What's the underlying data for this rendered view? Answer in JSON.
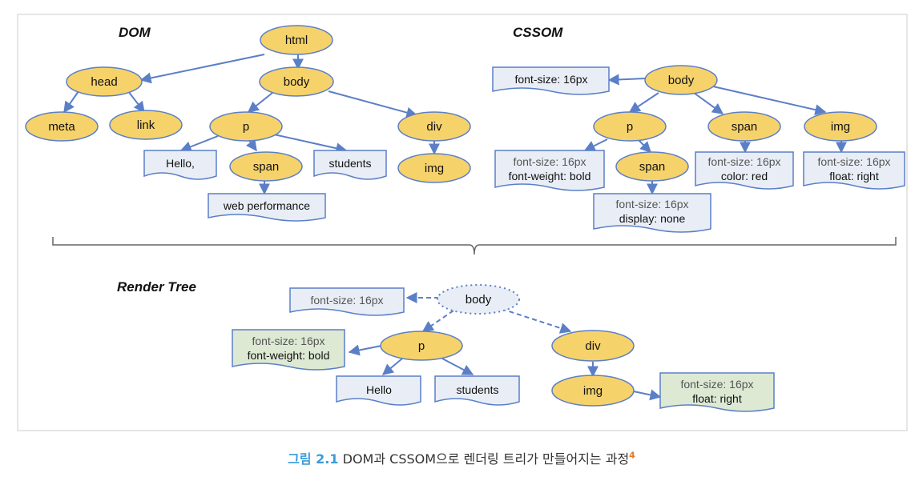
{
  "headings": {
    "dom": "DOM",
    "cssom": "CSSOM",
    "render": "Render Tree"
  },
  "dom": {
    "html": "html",
    "head": "head",
    "body": "body",
    "meta": "meta",
    "link": "link",
    "p": "p",
    "div": "div",
    "span": "span",
    "img": "img",
    "hello": "Hello,",
    "students": "students",
    "web_performance": "web performance"
  },
  "cssom": {
    "body": "body",
    "p": "p",
    "span_top": "span",
    "img": "img",
    "span_p": "span",
    "body_style": "font-size: 16px",
    "p_style": [
      "font-size: 16px",
      "font-weight: bold"
    ],
    "span_style": [
      "font-size: 16px",
      "color: red"
    ],
    "img_style": [
      "font-size: 16px",
      "float: right"
    ],
    "span_p_style": [
      "font-size: 16px",
      "display: none"
    ]
  },
  "render": {
    "body": "body",
    "p": "p",
    "div": "div",
    "img": "img",
    "hello": "Hello",
    "students": "students",
    "body_style": "font-size: 16px",
    "p_style": [
      "font-size: 16px",
      "font-weight: bold"
    ],
    "img_style": [
      "font-size: 16px",
      "float: right"
    ]
  },
  "caption": {
    "label": "그림 2.1",
    "text": " DOM과 CSSOM으로 렌더링 트리가 만들어지는 과정",
    "footnote": "4"
  },
  "colors": {
    "node_fill": "#f6d26b",
    "node_stroke": "#5b7fc7",
    "edge": "#5b7fc7",
    "doc_fill": "#e9eef6",
    "render_doc_fill": "#dde9d3",
    "frame": "#cccccc"
  }
}
